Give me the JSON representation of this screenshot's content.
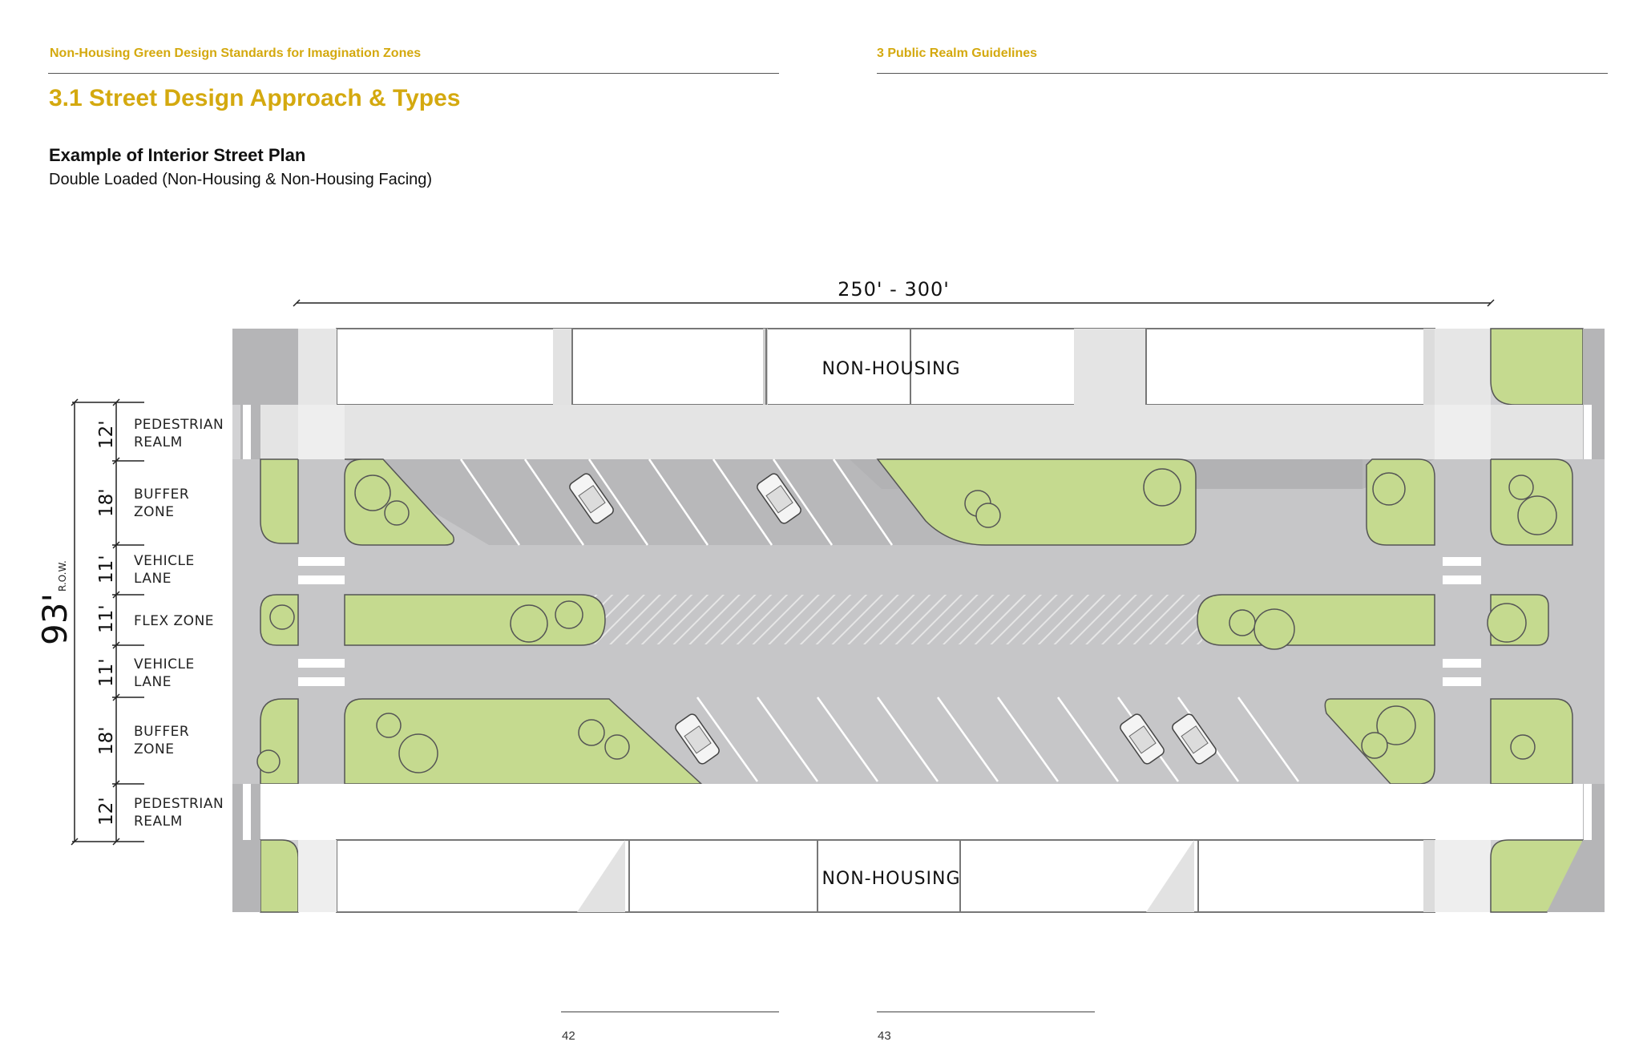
{
  "header": {
    "left_running_head": "Non-Housing Green Design Standards for Imagination Zones",
    "right_running_head": "3  Public Realm Guidelines",
    "section_title": "3.1  Street Design Approach & Types"
  },
  "figure": {
    "title": "Example of Interior Street Plan",
    "subtitle": "Double Loaded (Non-Housing & Non-Housing Facing)",
    "span_label": "250' - 300'",
    "top_building_label": "NON-HOUSING",
    "bottom_building_label": "NON-HOUSING",
    "row_total": "93'",
    "row_abbrev": "R.O.W.",
    "zones": [
      {
        "width": "12'",
        "line1": "PEDESTRIAN",
        "line2": "REALM"
      },
      {
        "width": "18'",
        "line1": "BUFFER",
        "line2": "ZONE"
      },
      {
        "width": "11'",
        "line1": "VEHICLE",
        "line2": "LANE"
      },
      {
        "width": "11'",
        "line1": "FLEX ZONE",
        "line2": ""
      },
      {
        "width": "11'",
        "line1": "VEHICLE",
        "line2": "LANE"
      },
      {
        "width": "18'",
        "line1": "BUFFER",
        "line2": "ZONE"
      },
      {
        "width": "12'",
        "line1": "PEDESTRIAN",
        "line2": "REALM"
      }
    ],
    "colors": {
      "landscape": "#c5da8f",
      "roadway": "#c6c6c8",
      "sidewalk": "#e4e4e4",
      "shadow": "#a9a9ab",
      "accent": "#d4a90f"
    }
  },
  "footer": {
    "left_page": "42",
    "right_page": "43"
  }
}
